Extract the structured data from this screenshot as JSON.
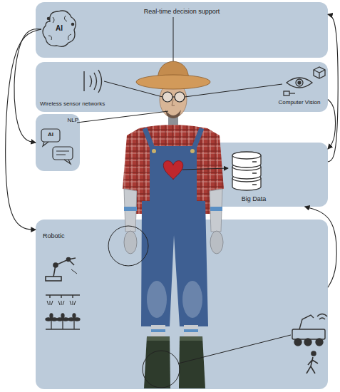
{
  "diagram": {
    "nodes": [
      {
        "text": [
          "Real-time decision support"
        ]
      },
      {
        "text": [
          "AI"
        ],
        "in": 0
      },
      {
        "text": [
          "Wireless sensor networks",
          "Computer Vision"
        ]
      },
      {
        "text": [
          "NLP",
          "AI"
        ]
      },
      {
        "text": [
          "Big Data"
        ]
      },
      {
        "text": [
          "Robotic"
        ]
      }
    ],
    "edges": [
      {
        "from": 1,
        "to": 3,
        "arrow": "to"
      },
      {
        "from": 1,
        "to": 5,
        "arrow": "to"
      },
      {
        "from": 4,
        "to": 0,
        "arrow": "to"
      },
      {
        "from": 2,
        "to": 4,
        "arrow": "to"
      },
      {
        "from": 5,
        "to": 4,
        "arrow": "to"
      }
    ]
  }
}
